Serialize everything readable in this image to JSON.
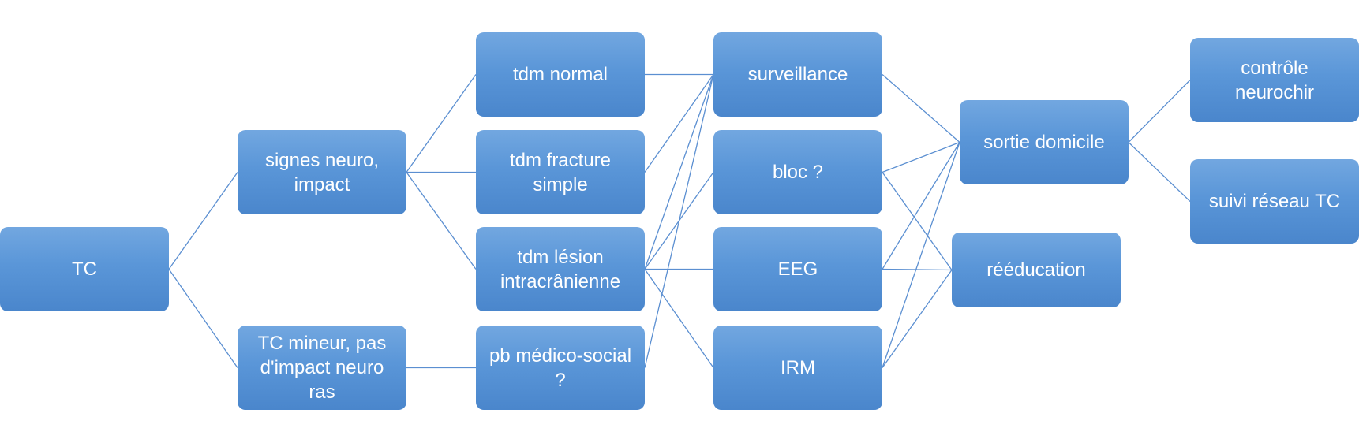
{
  "colors": {
    "box_top": "#72a7e0",
    "box_bottom": "#4a86cc",
    "connector": "#5b8fd1",
    "text": "#ffffff"
  },
  "nodes": [
    {
      "id": "tc",
      "label": "TC"
    },
    {
      "id": "signes",
      "label": "signes neuro,\nimpact"
    },
    {
      "id": "mineur",
      "label": "TC mineur, pas\nd'impact neuro\nras"
    },
    {
      "id": "tdm_normal",
      "label": "tdm normal"
    },
    {
      "id": "tdm_fracture",
      "label": "tdm fracture\nsimple"
    },
    {
      "id": "tdm_lesion",
      "label": "tdm lésion\nintracrânienne"
    },
    {
      "id": "pb_social",
      "label": "pb médico-social\n?"
    },
    {
      "id": "surveillance",
      "label": "surveillance"
    },
    {
      "id": "bloc",
      "label": "bloc ?"
    },
    {
      "id": "eeg",
      "label": "EEG"
    },
    {
      "id": "irm",
      "label": "IRM"
    },
    {
      "id": "sortie",
      "label": "sortie domicile"
    },
    {
      "id": "reeducation",
      "label": "rééducation"
    },
    {
      "id": "controle",
      "label": "contrôle\nneurochir"
    },
    {
      "id": "suivi",
      "label": "suivi réseau TC"
    }
  ],
  "edges": [
    [
      "tc",
      "signes"
    ],
    [
      "tc",
      "mineur"
    ],
    [
      "signes",
      "tdm_normal"
    ],
    [
      "signes",
      "tdm_fracture"
    ],
    [
      "signes",
      "tdm_lesion"
    ],
    [
      "mineur",
      "pb_social"
    ],
    [
      "tdm_normal",
      "surveillance"
    ],
    [
      "tdm_fracture",
      "surveillance"
    ],
    [
      "tdm_lesion",
      "surveillance"
    ],
    [
      "tdm_lesion",
      "bloc"
    ],
    [
      "tdm_lesion",
      "eeg"
    ],
    [
      "tdm_lesion",
      "irm"
    ],
    [
      "pb_social",
      "surveillance"
    ],
    [
      "surveillance",
      "sortie"
    ],
    [
      "bloc",
      "sortie"
    ],
    [
      "bloc",
      "reeducation"
    ],
    [
      "eeg",
      "sortie"
    ],
    [
      "eeg",
      "reeducation"
    ],
    [
      "irm",
      "sortie"
    ],
    [
      "irm",
      "reeducation"
    ],
    [
      "sortie",
      "controle"
    ],
    [
      "sortie",
      "suivi"
    ]
  ]
}
